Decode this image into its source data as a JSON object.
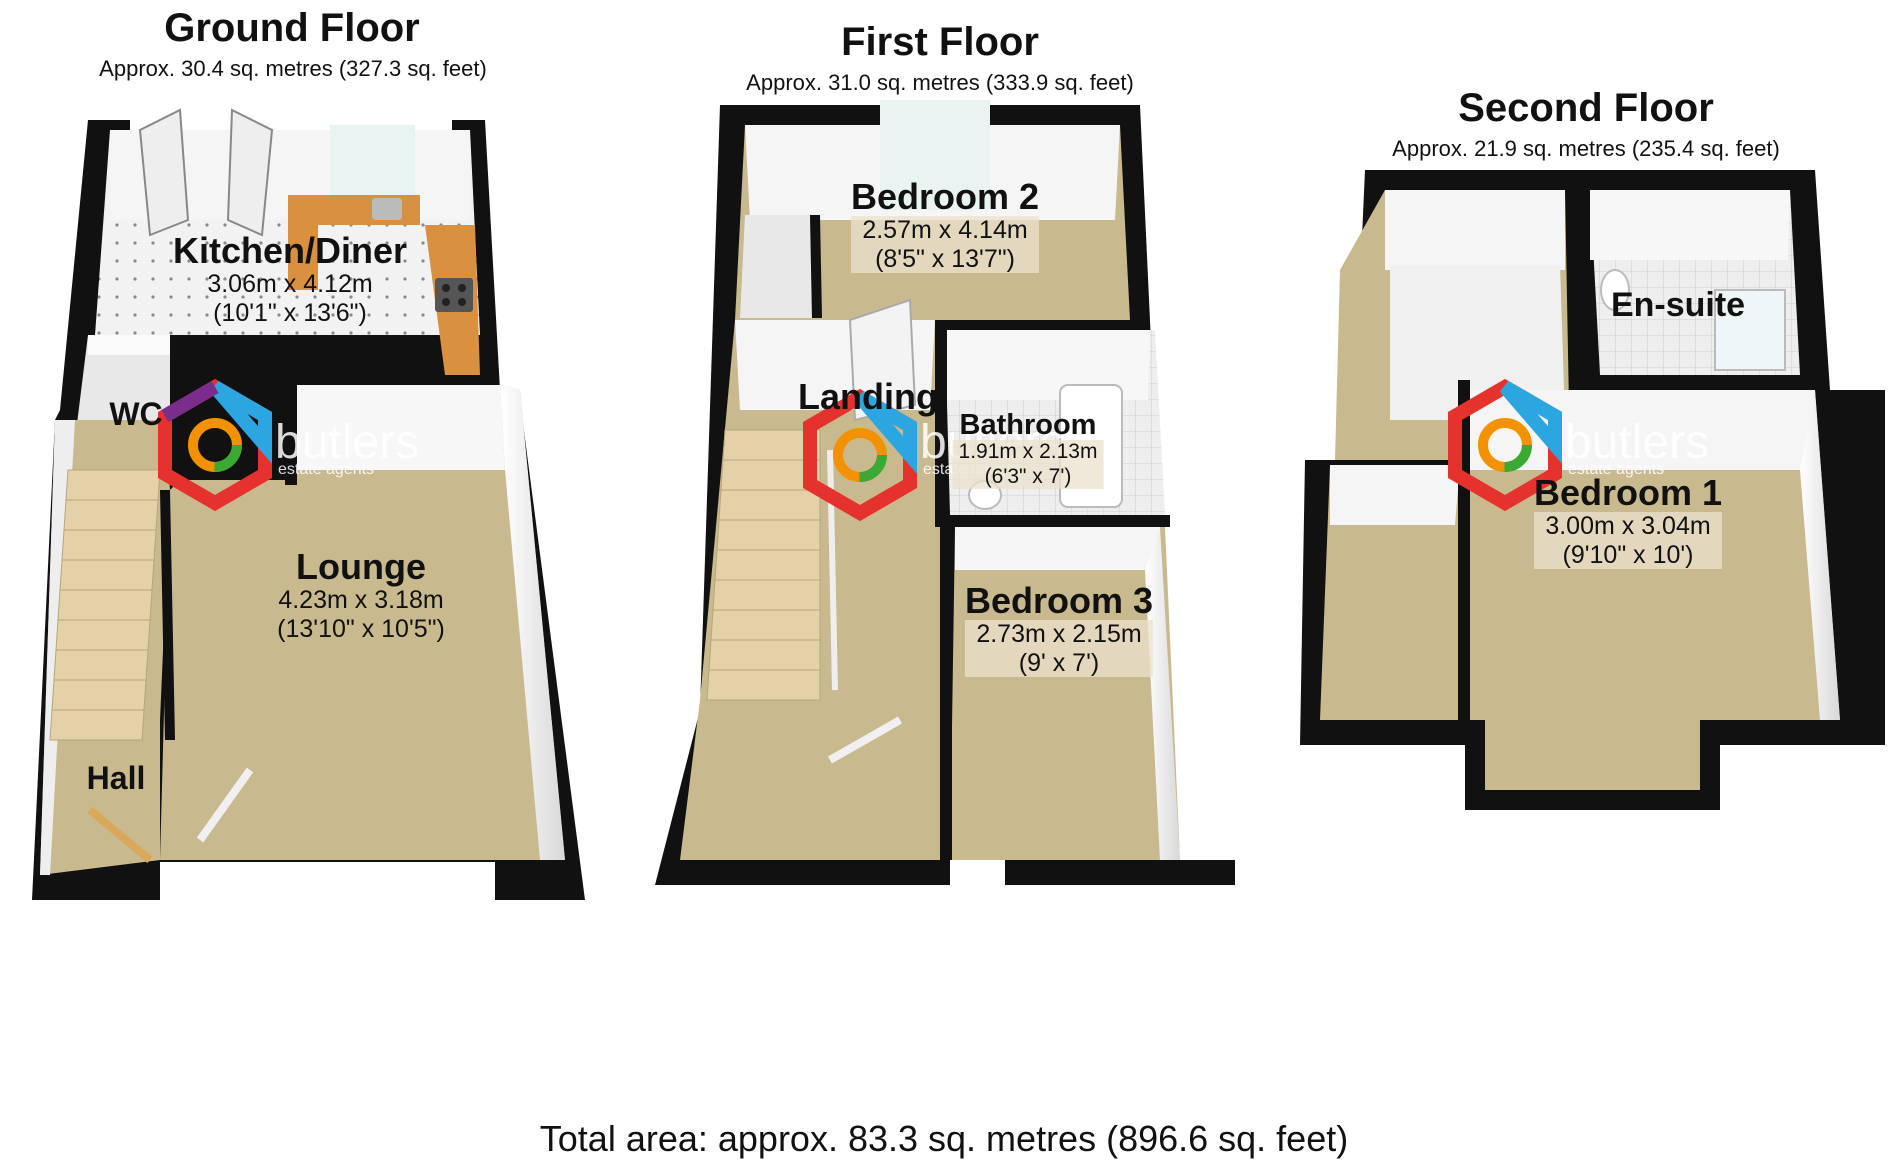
{
  "floors": [
    {
      "title": "Ground Floor",
      "area": "Approx. 30.4 sq. metres (327.3 sq. feet)"
    },
    {
      "title": "First Floor",
      "area": "Approx. 31.0 sq. metres (333.9 sq. feet)"
    },
    {
      "title": "Second Floor",
      "area": "Approx. 21.9 sq. metres (235.4 sq. feet)"
    }
  ],
  "rooms": {
    "kitchen": {
      "name": "Kitchen/Diner",
      "metric": "3.06m x 4.12m",
      "imperial": "(10'1\" x 13'6\")"
    },
    "wc": {
      "name": "WC"
    },
    "lounge": {
      "name": "Lounge",
      "metric": "4.23m x 3.18m",
      "imperial": "(13'10\" x 10'5\")"
    },
    "hall": {
      "name": "Hall"
    },
    "bedroom2": {
      "name": "Bedroom 2",
      "metric": "2.57m x 4.14m",
      "imperial": "(8'5\" x 13'7\")"
    },
    "landing": {
      "name": "Landing"
    },
    "bathroom": {
      "name": "Bathroom",
      "metric": "1.91m x 2.13m",
      "imperial": "(6'3\" x 7')"
    },
    "bedroom3": {
      "name": "Bedroom 3",
      "metric": "2.73m x 2.15m",
      "imperial": "(9' x 7')"
    },
    "ensuite": {
      "name": "En-suite"
    },
    "bedroom1": {
      "name": "Bedroom 1",
      "metric": "3.00m x 3.04m",
      "imperial": "(9'10\" x 10')"
    }
  },
  "watermark": {
    "brand": "butlers",
    "tagline": "estate agents"
  },
  "total_area": "Total area: approx. 83.3 sq. metres (896.6 sq. feet)",
  "colors": {
    "wall": "#111111",
    "carpet": "#c9b98f",
    "tile": "#e8e8e8",
    "worktop": "#d9903f",
    "inner_wall": "#f3f3f3"
  }
}
